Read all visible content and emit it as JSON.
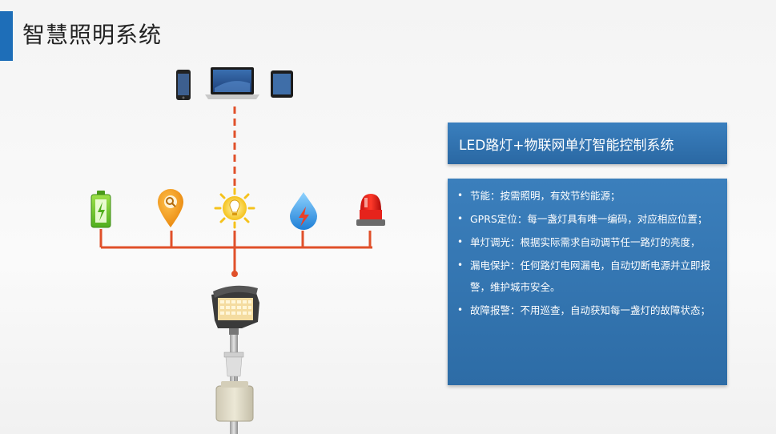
{
  "page": {
    "title": "智慧照明系统"
  },
  "panel": {
    "header": "LED路灯+物联网单灯智能控制系统",
    "items": [
      {
        "text": "节能：按需照明，有效节约能源；"
      },
      {
        "text": "GPRS定位：每一盏灯具有唯一编码，对应相应位置；"
      },
      {
        "text": "单灯调光：根据实际需求自动调节任一路灯的亮度，"
      },
      {
        "text": "漏电保护：任何路灯电网漏电，自动切断电源并立即报警，维护城市安全。"
      },
      {
        "text": "故障报警：不用巡查，自动获知每一盏灯的故障状态；"
      }
    ]
  },
  "colors": {
    "accent": "#1e6eb8",
    "connector": "#e0502a",
    "panel": "#3479b7"
  },
  "icons": {
    "devices": [
      "smartphone-icon",
      "laptop-icon",
      "tablet-icon"
    ],
    "functions": [
      "battery-icon",
      "location-pin-icon",
      "bulb-icon",
      "water-drop-icon",
      "alarm-siren-icon"
    ],
    "hardware": [
      "street-lamp-icon",
      "controller-box-icon"
    ]
  }
}
